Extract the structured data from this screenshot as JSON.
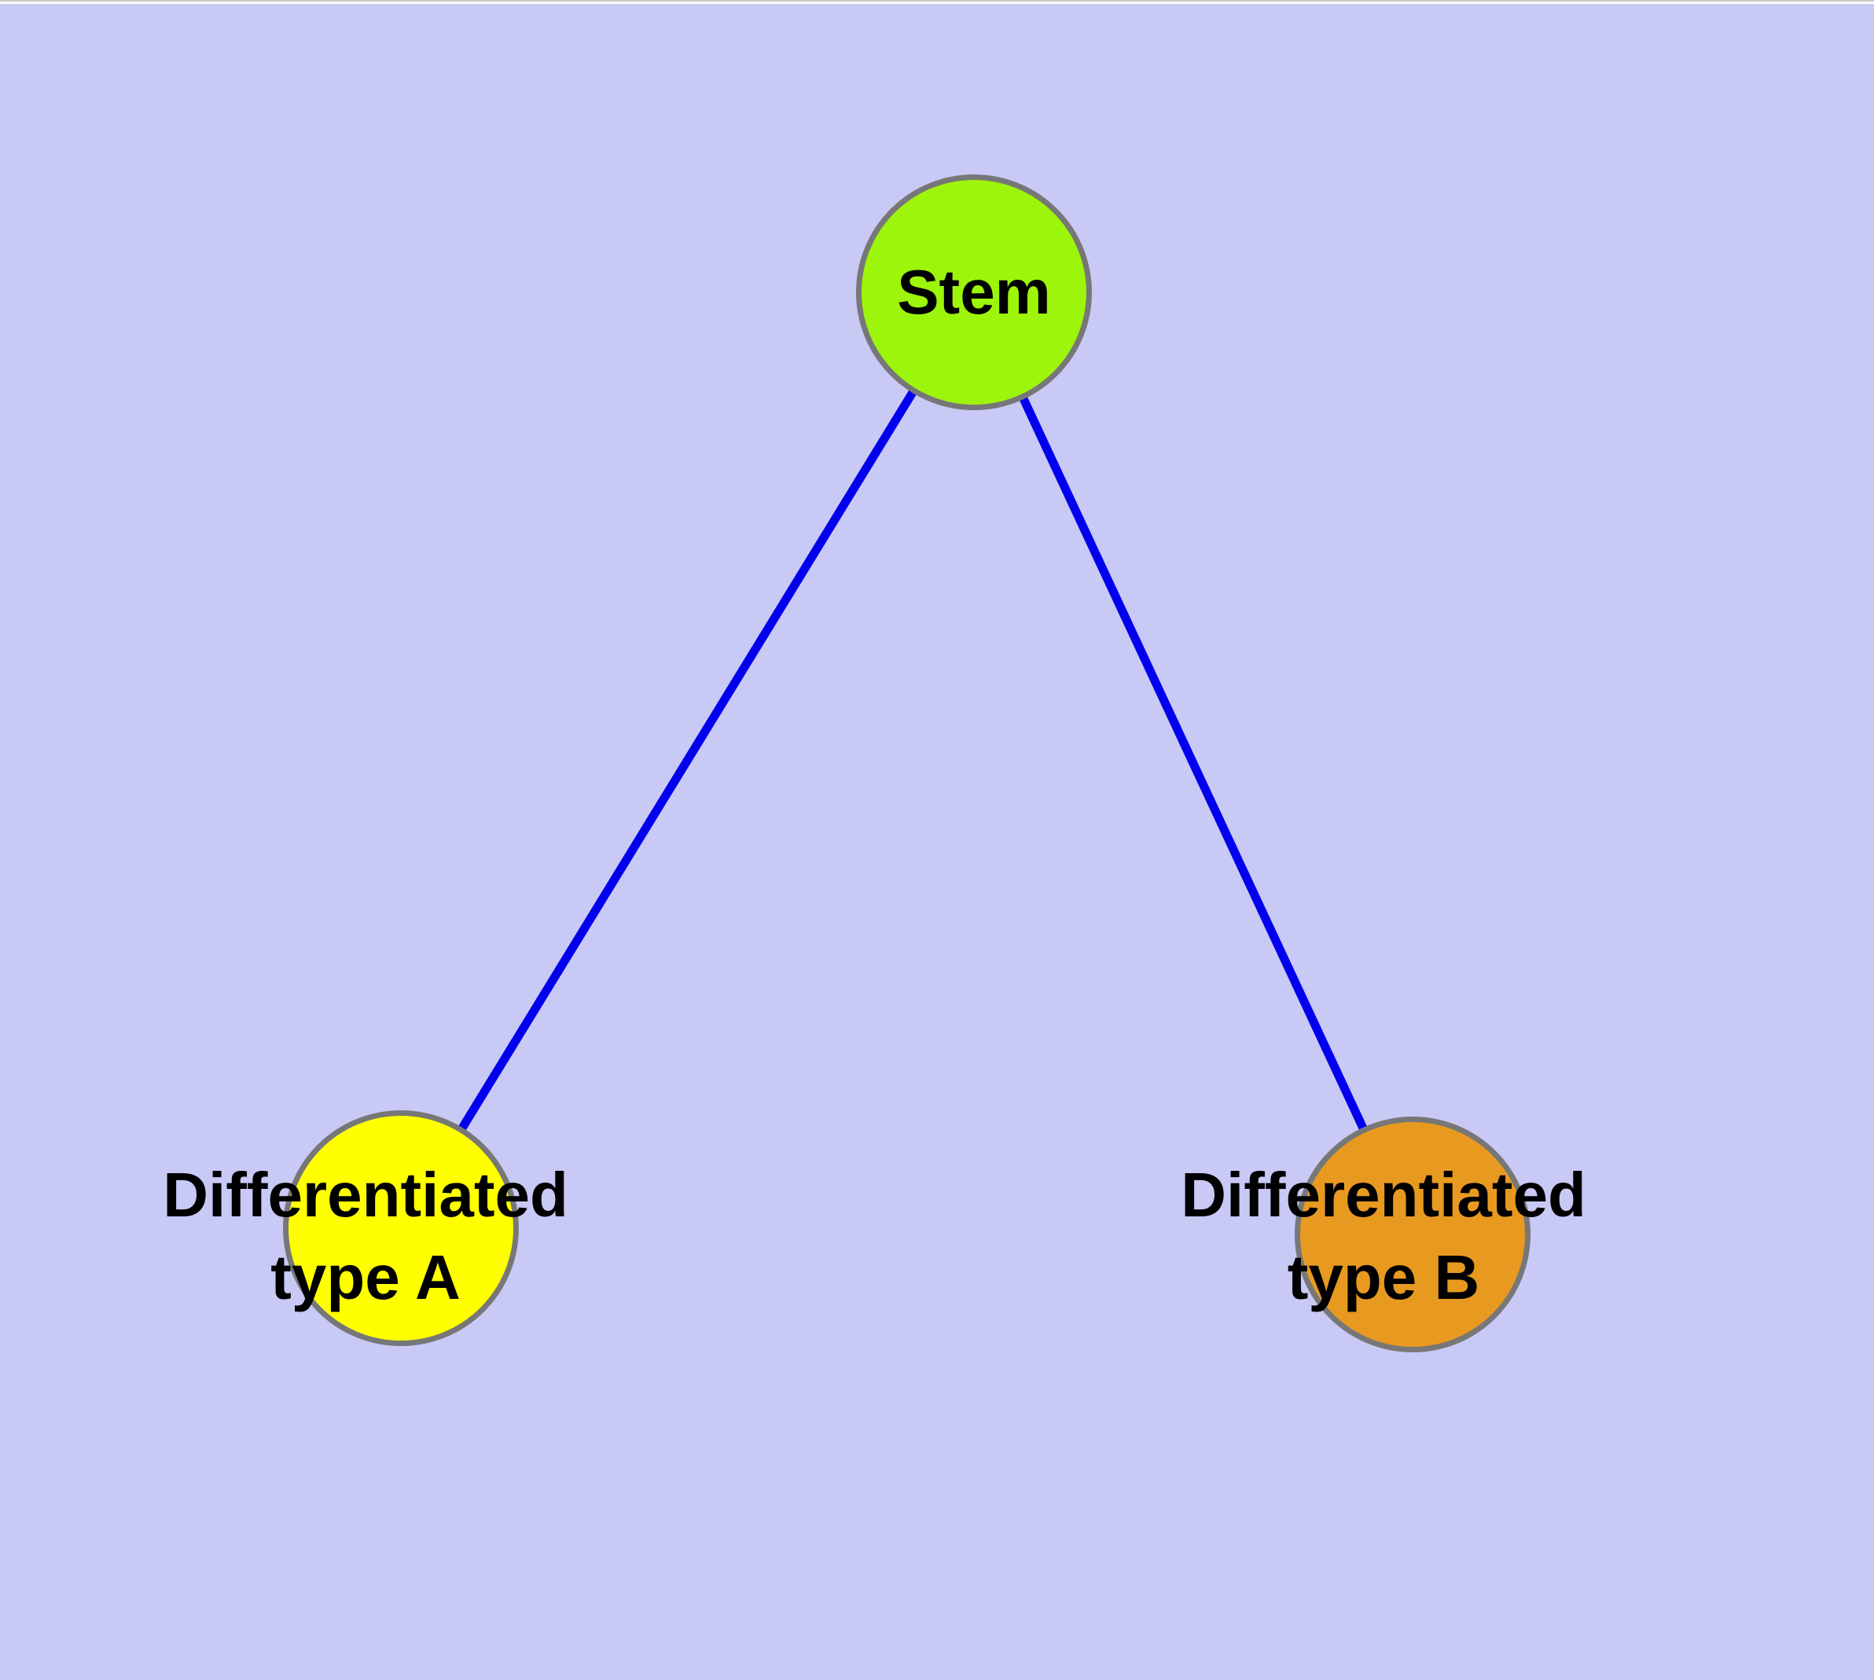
{
  "diagram": {
    "type": "graph",
    "background_color": "#C9C9F6",
    "edge_color": "#0000EE",
    "node_border_color": "#777777",
    "nodes": {
      "stem": {
        "label": "Stem",
        "fill_color": "#9CF50A"
      },
      "type_a": {
        "label": "Differentiated\ntype A",
        "fill_color": "#FFFF00"
      },
      "type_b": {
        "label": "Differentiated\ntype B",
        "fill_color": "#E89A20"
      }
    },
    "edges": [
      {
        "from": "stem",
        "to": "type_a"
      },
      {
        "from": "stem",
        "to": "type_b"
      }
    ]
  }
}
